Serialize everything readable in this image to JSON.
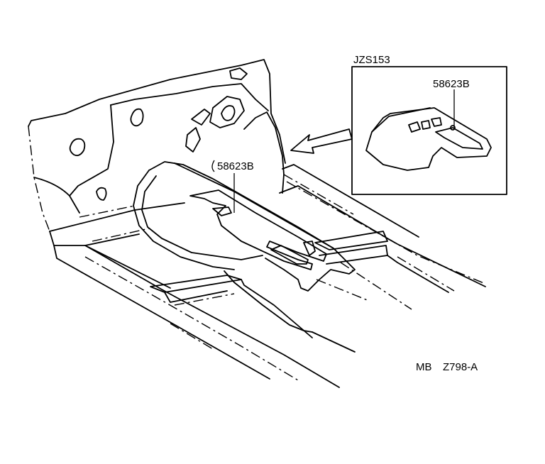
{
  "callouts": {
    "main_part": "58623B",
    "inset_part": "58623B",
    "inset_model": "JZS153"
  },
  "footer": {
    "code_prefix": "MB",
    "code": "Z798-A"
  }
}
